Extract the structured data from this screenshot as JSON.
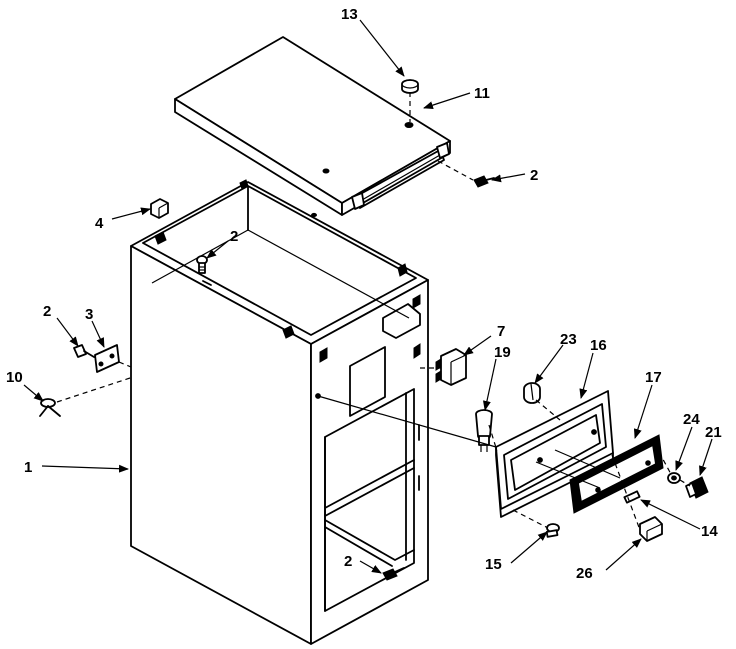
{
  "callouts": {
    "c1": "1",
    "c2a": "2",
    "c2b": "2",
    "c2c": "2",
    "c2d": "2",
    "c3": "3",
    "c4": "4",
    "c7": "7",
    "c10": "10",
    "c11": "11",
    "c13": "13",
    "c14": "14",
    "c15": "15",
    "c16": "16",
    "c17": "17",
    "c19": "19",
    "c21": "21",
    "c23": "23",
    "c24": "24",
    "c26": "26"
  }
}
